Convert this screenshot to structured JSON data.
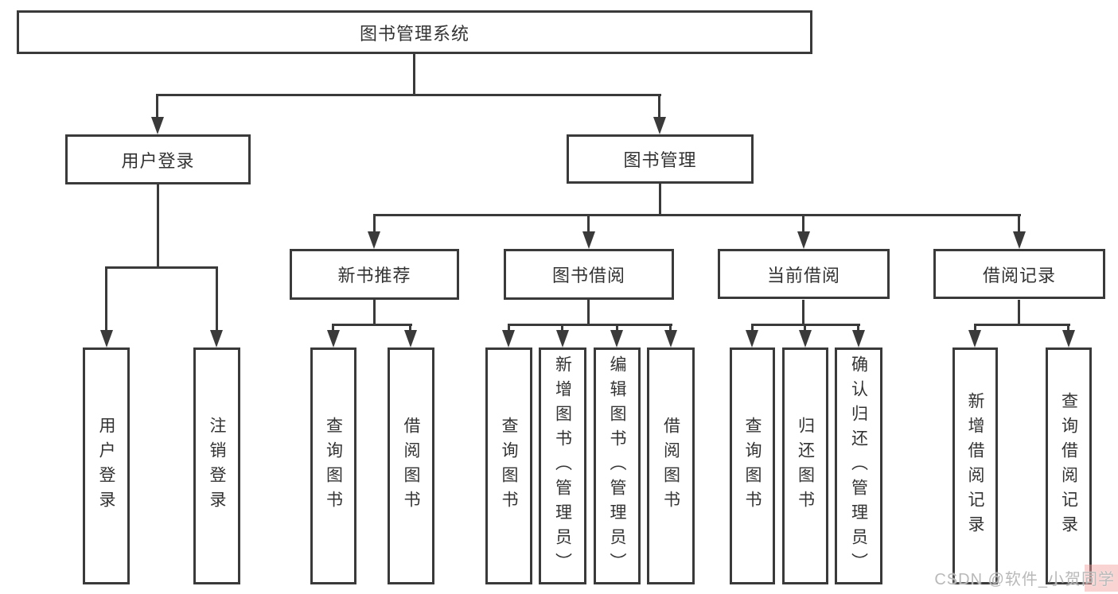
{
  "tree": {
    "label": "图书管理系统",
    "children": [
      {
        "label": "用户登录",
        "children": [
          {
            "label": "用户登录"
          },
          {
            "label": "注销登录"
          }
        ]
      },
      {
        "label": "图书管理",
        "children": [
          {
            "label": "新书推荐",
            "children": [
              {
                "label": "查询图书"
              },
              {
                "label": "借阅图书"
              }
            ]
          },
          {
            "label": "图书借阅",
            "children": [
              {
                "label": "查询图书"
              },
              {
                "label": "新增图书（管理员）"
              },
              {
                "label": "编辑图书（管理员）"
              },
              {
                "label": "借阅图书"
              }
            ]
          },
          {
            "label": "当前借阅",
            "children": [
              {
                "label": "查询图书"
              },
              {
                "label": "归还图书"
              },
              {
                "label": "确认归还（管理员）"
              }
            ]
          },
          {
            "label": "借阅记录",
            "children": [
              {
                "label": "新增借阅记录"
              },
              {
                "label": "查询借阅记录"
              }
            ]
          }
        ]
      }
    ]
  },
  "watermark": {
    "text": "CSDN @软件_小贺同学"
  },
  "colors": {
    "line": "#3a3a3a",
    "text": "#333333",
    "background": "#ffffff",
    "watermark_text": "#b9b9b9",
    "watermark_accent": "#f09e9c"
  }
}
